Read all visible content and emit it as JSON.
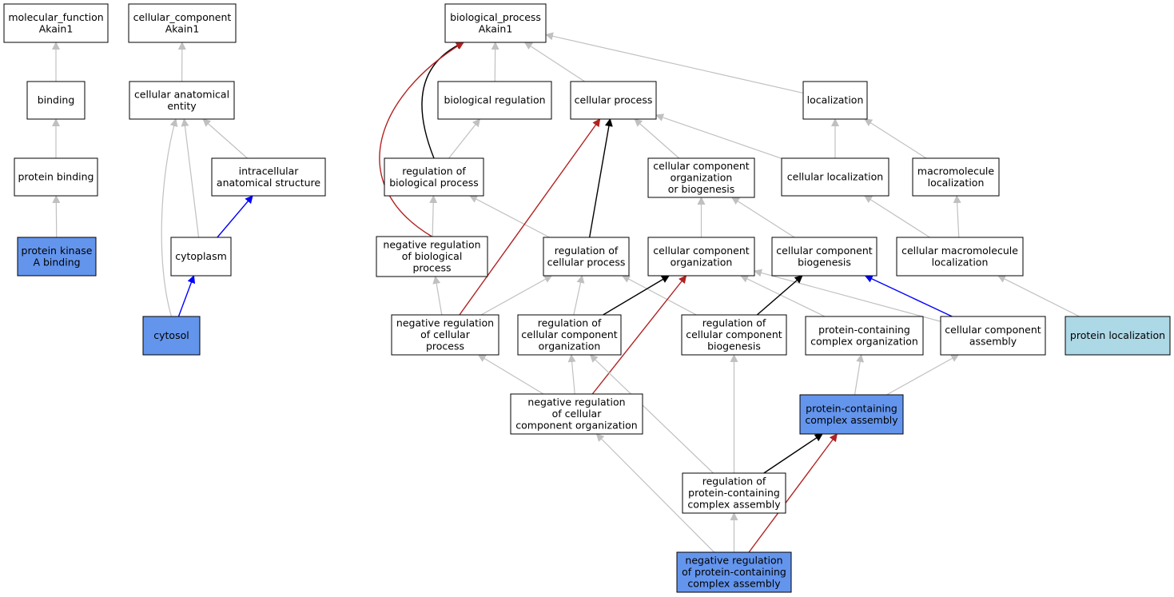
{
  "colors": {
    "normal": "#ffffff",
    "annotated": "#6495ed",
    "highlight": "#add8e6",
    "edge_is_a": "#c0c0c0",
    "edge_part_of": "#0000ff",
    "edge_regulates": "#000000",
    "edge_neg_regulates": "#b22222"
  },
  "nodes": [
    {
      "id": "mf",
      "lines": [
        "molecular_function",
        "Akain1"
      ],
      "style": "normal"
    },
    {
      "id": "cc",
      "lines": [
        "cellular_component",
        "Akain1"
      ],
      "style": "normal"
    },
    {
      "id": "bp",
      "lines": [
        "biological_process",
        "Akain1"
      ],
      "style": "normal"
    },
    {
      "id": "binding",
      "lines": [
        "binding"
      ],
      "style": "normal"
    },
    {
      "id": "cae",
      "lines": [
        "cellular anatomical",
        "entity"
      ],
      "style": "normal"
    },
    {
      "id": "breg",
      "lines": [
        "biological regulation"
      ],
      "style": "normal"
    },
    {
      "id": "cproc",
      "lines": [
        "cellular process"
      ],
      "style": "normal"
    },
    {
      "id": "loc",
      "lines": [
        "localization"
      ],
      "style": "normal"
    },
    {
      "id": "pbind",
      "lines": [
        "protein binding"
      ],
      "style": "normal"
    },
    {
      "id": "ias",
      "lines": [
        "intracellular",
        "anatomical structure"
      ],
      "style": "normal"
    },
    {
      "id": "rbp",
      "lines": [
        "regulation of",
        "biological process"
      ],
      "style": "normal"
    },
    {
      "id": "ccob",
      "lines": [
        "cellular component",
        "organization",
        "or biogenesis"
      ],
      "style": "normal"
    },
    {
      "id": "cloc",
      "lines": [
        "cellular localization"
      ],
      "style": "normal"
    },
    {
      "id": "mloc",
      "lines": [
        "macromolecule",
        "localization"
      ],
      "style": "normal"
    },
    {
      "id": "pkab",
      "lines": [
        "protein kinase",
        "A binding"
      ],
      "style": "annotated"
    },
    {
      "id": "cyto",
      "lines": [
        "cytoplasm"
      ],
      "style": "normal"
    },
    {
      "id": "nrbp",
      "lines": [
        "negative regulation",
        "of biological",
        "process"
      ],
      "style": "normal"
    },
    {
      "id": "rcp",
      "lines": [
        "regulation of",
        "cellular process"
      ],
      "style": "normal"
    },
    {
      "id": "cco",
      "lines": [
        "cellular component",
        "organization"
      ],
      "style": "normal"
    },
    {
      "id": "ccb",
      "lines": [
        "cellular component",
        "biogenesis"
      ],
      "style": "normal"
    },
    {
      "id": "cmloc",
      "lines": [
        "cellular macromolecule",
        "localization"
      ],
      "style": "normal"
    },
    {
      "id": "cytosol",
      "lines": [
        "cytosol"
      ],
      "style": "annotated"
    },
    {
      "id": "nrcp",
      "lines": [
        "negative regulation",
        "of cellular",
        "process"
      ],
      "style": "normal"
    },
    {
      "id": "rcco",
      "lines": [
        "regulation of",
        "cellular component",
        "organization"
      ],
      "style": "normal"
    },
    {
      "id": "rccb",
      "lines": [
        "regulation of",
        "cellular component",
        "biogenesis"
      ],
      "style": "normal"
    },
    {
      "id": "pcco",
      "lines": [
        "protein-containing",
        "complex organization"
      ],
      "style": "normal"
    },
    {
      "id": "cca",
      "lines": [
        "cellular component",
        "assembly"
      ],
      "style": "normal"
    },
    {
      "id": "ploc",
      "lines": [
        "protein localization"
      ],
      "style": "highlight"
    },
    {
      "id": "nrcco",
      "lines": [
        "negative regulation",
        "of cellular",
        "component organization"
      ],
      "style": "normal"
    },
    {
      "id": "pcca",
      "lines": [
        "protein-containing",
        "complex assembly"
      ],
      "style": "annotated"
    },
    {
      "id": "rpcca",
      "lines": [
        "regulation of",
        "protein-containing",
        "complex assembly"
      ],
      "style": "normal"
    },
    {
      "id": "nrpcca",
      "lines": [
        "negative regulation",
        "of protein-containing",
        "complex assembly"
      ],
      "style": "annotated"
    }
  ],
  "edges": [
    {
      "from": "binding",
      "to": "mf",
      "type": "is_a"
    },
    {
      "from": "pbind",
      "to": "binding",
      "type": "is_a"
    },
    {
      "from": "pkab",
      "to": "pbind",
      "type": "is_a"
    },
    {
      "from": "cae",
      "to": "cc",
      "type": "is_a"
    },
    {
      "from": "ias",
      "to": "cae",
      "type": "is_a"
    },
    {
      "from": "cyto",
      "to": "cae",
      "type": "is_a"
    },
    {
      "from": "cytosol",
      "to": "cae",
      "type": "is_a"
    },
    {
      "from": "cyto",
      "to": "ias",
      "type": "part_of"
    },
    {
      "from": "cytosol",
      "to": "cyto",
      "type": "part_of"
    },
    {
      "from": "breg",
      "to": "bp",
      "type": "is_a"
    },
    {
      "from": "cproc",
      "to": "bp",
      "type": "is_a"
    },
    {
      "from": "loc",
      "to": "bp",
      "type": "is_a"
    },
    {
      "from": "rbp",
      "to": "bp",
      "type": "regulates"
    },
    {
      "from": "nrbp",
      "to": "bp",
      "type": "negatively_regulates"
    },
    {
      "from": "rbp",
      "to": "breg",
      "type": "is_a"
    },
    {
      "from": "nrbp",
      "to": "rbp",
      "type": "is_a"
    },
    {
      "from": "rcp",
      "to": "rbp",
      "type": "is_a"
    },
    {
      "from": "rcp",
      "to": "cproc",
      "type": "regulates"
    },
    {
      "from": "nrcp",
      "to": "cproc",
      "type": "negatively_regulates"
    },
    {
      "from": "ccob",
      "to": "cproc",
      "type": "is_a"
    },
    {
      "from": "cloc",
      "to": "cproc",
      "type": "is_a"
    },
    {
      "from": "cloc",
      "to": "loc",
      "type": "is_a"
    },
    {
      "from": "mloc",
      "to": "loc",
      "type": "is_a"
    },
    {
      "from": "cco",
      "to": "ccob",
      "type": "is_a"
    },
    {
      "from": "ccb",
      "to": "ccob",
      "type": "is_a"
    },
    {
      "from": "cmloc",
      "to": "cloc",
      "type": "is_a"
    },
    {
      "from": "cmloc",
      "to": "mloc",
      "type": "is_a"
    },
    {
      "from": "ploc",
      "to": "cmloc",
      "type": "is_a"
    },
    {
      "from": "nrcp",
      "to": "nrbp",
      "type": "is_a"
    },
    {
      "from": "nrcp",
      "to": "rcp",
      "type": "is_a"
    },
    {
      "from": "rcco",
      "to": "rcp",
      "type": "is_a"
    },
    {
      "from": "rccb",
      "to": "rcp",
      "type": "is_a"
    },
    {
      "from": "rcco",
      "to": "cco",
      "type": "regulates"
    },
    {
      "from": "nrcco",
      "to": "cco",
      "type": "negatively_regulates"
    },
    {
      "from": "pcco",
      "to": "cco",
      "type": "is_a"
    },
    {
      "from": "cca",
      "to": "cco",
      "type": "is_a"
    },
    {
      "from": "rccb",
      "to": "ccb",
      "type": "regulates"
    },
    {
      "from": "cca",
      "to": "ccb",
      "type": "part_of"
    },
    {
      "from": "nrcco",
      "to": "nrcp",
      "type": "is_a"
    },
    {
      "from": "nrcco",
      "to": "rcco",
      "type": "is_a"
    },
    {
      "from": "rpcca",
      "to": "rcco",
      "type": "is_a"
    },
    {
      "from": "rpcca",
      "to": "rccb",
      "type": "is_a"
    },
    {
      "from": "pcca",
      "to": "pcco",
      "type": "is_a"
    },
    {
      "from": "pcca",
      "to": "cca",
      "type": "is_a"
    },
    {
      "from": "rpcca",
      "to": "pcca",
      "type": "regulates"
    },
    {
      "from": "nrpcca",
      "to": "pcca",
      "type": "negatively_regulates"
    },
    {
      "from": "nrpcca",
      "to": "rpcca",
      "type": "is_a"
    },
    {
      "from": "nrpcca",
      "to": "nrcco",
      "type": "is_a"
    }
  ]
}
